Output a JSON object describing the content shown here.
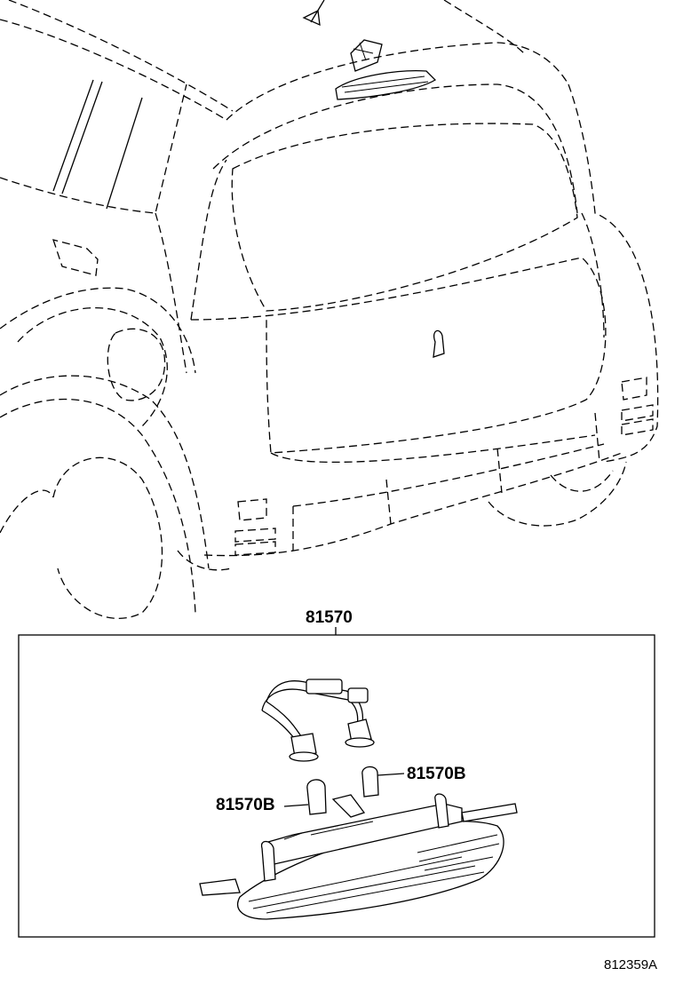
{
  "diagram": {
    "assembly_label": "81570",
    "bulb_label_right": "81570B",
    "bulb_label_left": "81570B",
    "reference_code": "812359A"
  }
}
